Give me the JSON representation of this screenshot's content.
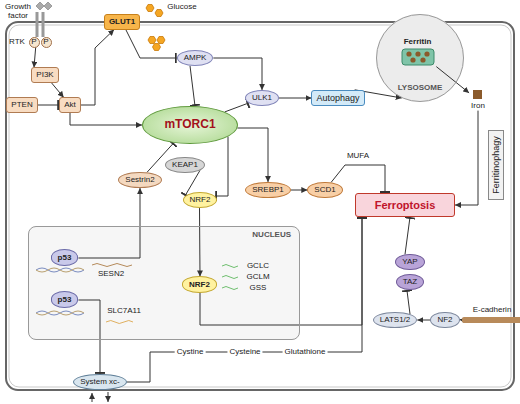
{
  "diagram": {
    "nodes": [
      {
        "text": [
          "P"
        ]
      },
      {
        "text": [
          "P"
        ]
      },
      {
        "text": [
          "GLUT1"
        ]
      },
      {
        "text": [
          "PI3K"
        ]
      },
      {
        "text": [
          "AMPK"
        ]
      },
      {
        "text": [
          "LYSOSOME"
        ]
      },
      {
        "text": [
          "Ferritin"
        ],
        "in": 5
      },
      {
        "text": [
          "PTEN"
        ]
      },
      {
        "text": [
          "Akt"
        ]
      },
      {
        "text": [
          "ULK1"
        ]
      },
      {
        "text": [
          "Autophagy"
        ]
      },
      {
        "text": [
          "Iron"
        ]
      },
      {
        "text": [
          "mTORC1"
        ]
      },
      {
        "text": [
          "Ferritinophagy"
        ]
      },
      {
        "text": [
          "KEAP1"
        ]
      },
      {
        "text": [
          "Sestrin2"
        ]
      },
      {
        "text": [
          "NRF2"
        ]
      },
      {
        "text": [
          "SREBP1"
        ]
      },
      {
        "text": [
          "SCD1"
        ]
      },
      {
        "text": [
          "Ferroptosis"
        ]
      },
      {
        "text": [
          "NUCLEUS"
        ]
      },
      {
        "text": [
          "p53"
        ],
        "in": 20
      },
      {
        "text": [
          "NRF2"
        ],
        "in": 20
      },
      {
        "text": [
          "p53"
        ],
        "in": 20
      },
      {
        "text": [
          "YAP"
        ]
      },
      {
        "text": [
          "TAZ"
        ]
      },
      {
        "text": [
          "LATS1/2"
        ]
      },
      {
        "text": [
          "NF2"
        ]
      },
      {
        "text": [
          "System xc-"
        ]
      },
      {
        "text": [
          "E-cadherin"
        ]
      }
    ],
    "edges": [
      {
        "from": 0,
        "to": 3,
        "arrow": "to"
      },
      {
        "from": 3,
        "to": 8,
        "arrow": "to"
      },
      {
        "from": 7,
        "to": 8,
        "arrow": "to"
      },
      {
        "from": 8,
        "to": 2,
        "arrow": "to"
      },
      {
        "from": 8,
        "to": 12,
        "arrow": "to"
      },
      {
        "from": 2,
        "to": 4,
        "arrow": "to"
      },
      {
        "from": 4,
        "to": 12,
        "arrow": "to"
      },
      {
        "from": 4,
        "to": 9,
        "arrow": "to"
      },
      {
        "from": 12,
        "to": 9,
        "arrow": "to"
      },
      {
        "from": 9,
        "to": 10,
        "arrow": "to"
      },
      {
        "from": 10,
        "to": 5,
        "arrow": "to"
      },
      {
        "from": 6,
        "to": 11,
        "arrow": "to"
      },
      {
        "from": 11,
        "to": 19,
        "arrow": "to"
      },
      {
        "from": 12,
        "to": 16,
        "arrow": "to"
      },
      {
        "from": 14,
        "to": 16,
        "arrow": "to"
      },
      {
        "from": 15,
        "to": 12,
        "arrow": "to"
      },
      {
        "from": 12,
        "to": 17,
        "arrow": "to"
      },
      {
        "from": 17,
        "to": 18,
        "arrow": "to"
      },
      {
        "from": 18,
        "to": 19,
        "arrow": "to"
      },
      {
        "from": 16,
        "to": 22,
        "arrow": "to"
      },
      {
        "from": 21,
        "to": 15,
        "arrow": "to"
      },
      {
        "from": 23,
        "to": 28,
        "arrow": "to"
      },
      {
        "from": 22,
        "to": 19,
        "arrow": "to"
      },
      {
        "from": 28,
        "to": 19,
        "arrow": "to"
      },
      {
        "from": 24,
        "to": 19,
        "arrow": "to"
      },
      {
        "from": 26,
        "to": 25,
        "arrow": "to"
      },
      {
        "from": 27,
        "to": 26,
        "arrow": "to"
      },
      {
        "from": 29,
        "to": 27,
        "arrow": "to"
      }
    ],
    "labels": [
      "Growth factor",
      "RTK",
      "Glucose",
      "SESN2",
      "SLC7A11",
      "GCLC",
      "GCLM",
      "GSS",
      "Cystine",
      "Cysteine",
      "Glutathione",
      "MUFA"
    ]
  }
}
